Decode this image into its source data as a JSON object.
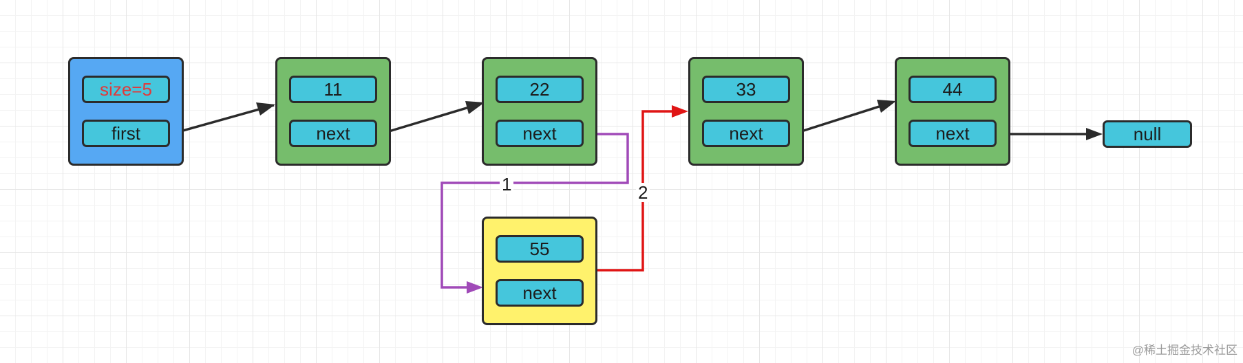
{
  "colors": {
    "head_node": "#56a8f3",
    "list_node": "#76bd6c",
    "new_node": "#fff26c",
    "field": "#45c6dc",
    "border": "#2b2b2b",
    "arrow_default": "#2b2b2b",
    "arrow_step1": "#a04ab8",
    "arrow_step2": "#e01515",
    "size_text": "#e03a3a"
  },
  "head": {
    "size_label": "size=5",
    "first_label": "first"
  },
  "nodes": [
    {
      "value": "11",
      "next_label": "next"
    },
    {
      "value": "22",
      "next_label": "next"
    },
    {
      "value": "33",
      "next_label": "next"
    },
    {
      "value": "44",
      "next_label": "next"
    }
  ],
  "new_node": {
    "value": "55",
    "next_label": "next"
  },
  "null_label": "null",
  "edge_labels": {
    "step1": "1",
    "step2": "2"
  },
  "watermark": "@稀土掘金技术社区"
}
